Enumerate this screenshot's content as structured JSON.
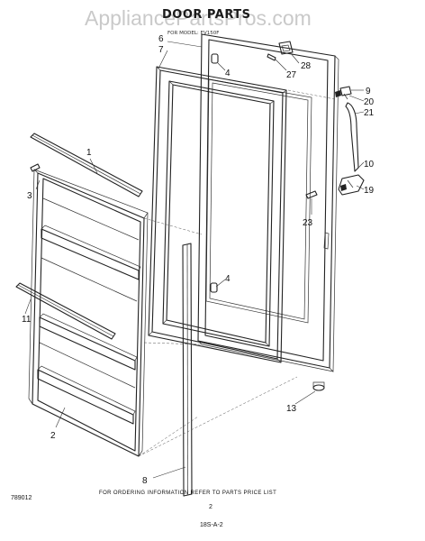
{
  "title": "DOOR PARTS",
  "subtitle": "FOR MODEL: EV150F",
  "watermark": "AppliancePartsPros.com",
  "callouts": [
    {
      "id": "c1",
      "text": "1"
    },
    {
      "id": "c2",
      "text": "2"
    },
    {
      "id": "c3",
      "text": "3"
    },
    {
      "id": "c4a",
      "text": "4"
    },
    {
      "id": "c4b",
      "text": "4"
    },
    {
      "id": "c6",
      "text": "6"
    },
    {
      "id": "c7",
      "text": "7"
    },
    {
      "id": "c8",
      "text": "8"
    },
    {
      "id": "c9",
      "text": "9"
    },
    {
      "id": "c10",
      "text": "10"
    },
    {
      "id": "c11",
      "text": "11"
    },
    {
      "id": "c13",
      "text": "13"
    },
    {
      "id": "c19",
      "text": "19"
    },
    {
      "id": "c20",
      "text": "20"
    },
    {
      "id": "c21",
      "text": "21"
    },
    {
      "id": "c23",
      "text": "23"
    },
    {
      "id": "c27",
      "text": "27"
    },
    {
      "id": "c28",
      "text": "28"
    }
  ],
  "footer": {
    "code_left": "789012",
    "instruction": "FOR ORDERING INFORMATION REFER TO PARTS PRICE LIST",
    "page": "2",
    "ref": "18S-A-2"
  }
}
